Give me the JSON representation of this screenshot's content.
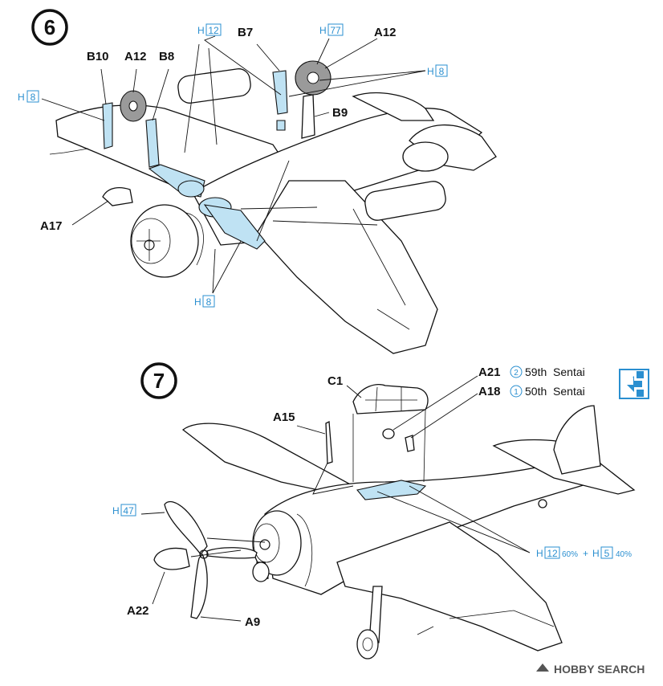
{
  "steps": [
    {
      "number": "6",
      "callouts": {
        "b10": "B10",
        "a12_left": "A12",
        "b8": "B8",
        "b7": "B7",
        "a12_right": "A12",
        "b9": "B9",
        "a17": "A17"
      },
      "paint": {
        "h8_top": {
          "prefix": "H",
          "code": "8"
        },
        "h12_top": {
          "prefix": "H",
          "code": "12"
        },
        "h77": {
          "prefix": "H",
          "code": "77"
        },
        "h8_right": {
          "prefix": "H",
          "code": "8"
        },
        "h8_bottom": {
          "prefix": "H",
          "code": "8"
        }
      }
    },
    {
      "number": "7",
      "callouts": {
        "c1": "C1",
        "a15": "A15",
        "a21": "A21",
        "a18": "A18",
        "a22": "A22",
        "a9": "A9"
      },
      "versions": {
        "a21_circle": "2",
        "a21_unit": "59th  Sentai",
        "a18_circle": "1",
        "a18_unit": "50th  Sentai"
      },
      "paint": {
        "h47": {
          "prefix": "H",
          "code": "47"
        },
        "mix": {
          "prefix1": "H",
          "code1": "12",
          "pct1": "60%",
          "plus": "+",
          "prefix2": "H",
          "code2": "5",
          "pct2": "40%"
        }
      }
    }
  ],
  "watermark": "HOBBY SEARCH",
  "colors": {
    "accent_blue": "#2a8fd0",
    "part_blue": "#bfe2f3",
    "tire_grey": "#9a9a9a"
  }
}
